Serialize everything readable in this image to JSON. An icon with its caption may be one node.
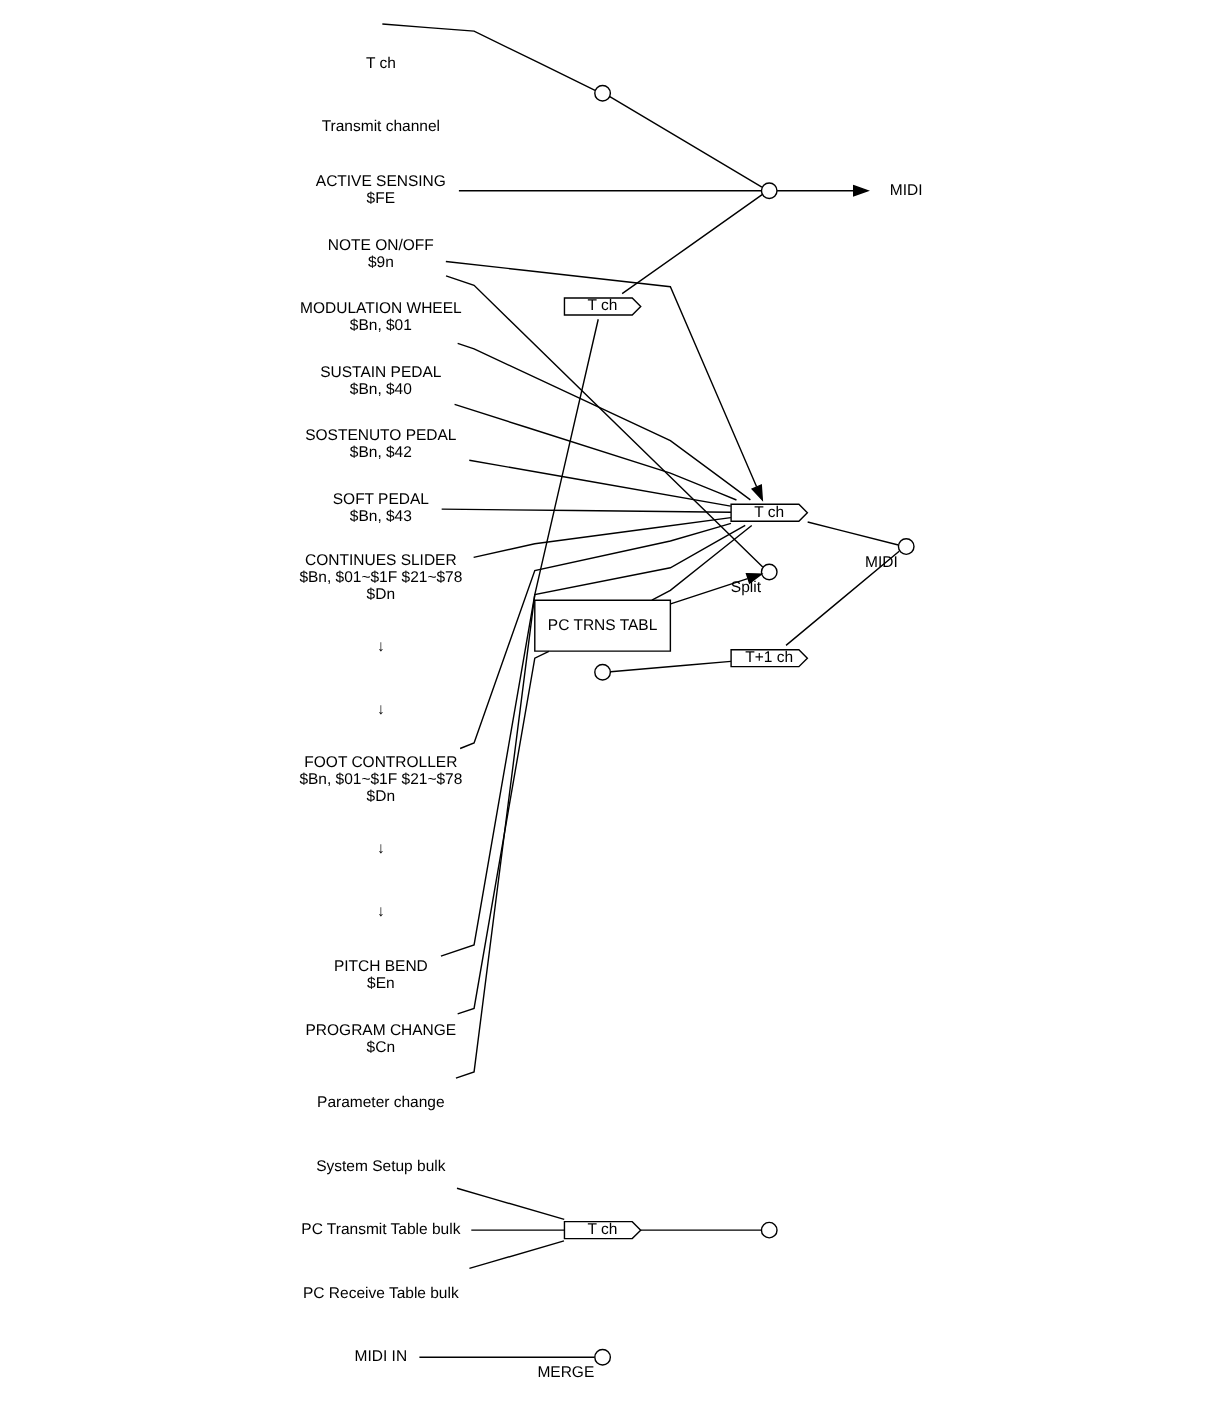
{
  "diagram": {
    "nodes": [
      {
        "text": [
          "ACTIVE SENSING",
          "$FE"
        ]
      },
      {
        "text": [
          "NOTE ON/OFF",
          "$9n"
        ]
      },
      {
        "text": [
          "MODULATION WHEEL",
          "$Bn, $01"
        ]
      },
      {
        "text": [
          "SUSTAIN PEDAL",
          "$Bn, $40"
        ]
      },
      {
        "text": [
          "SOSTENUTO PEDAL",
          "$Bn, $42"
        ]
      },
      {
        "text": [
          "SOFT PEDAL",
          "$Bn, $43"
        ]
      },
      {
        "text": [
          "CONTINUES SLIDER",
          "$Bn, $01~$1F $21~$78",
          "$Dn"
        ]
      },
      {
        "text": [
          "FOOT CONTROLLER",
          "$Bn, $01~$1F $21~$78",
          "$Dn"
        ]
      },
      {
        "text": [
          "PITCH BEND",
          "$En"
        ]
      },
      {
        "text": [
          "PROGRAM CHANGE",
          "$Cn"
        ]
      },
      {
        "text": [
          "PC TRNS TABL"
        ]
      },
      {
        "text": [
          "Parameter change"
        ]
      },
      {
        "text": [
          "System Setup bulk"
        ]
      },
      {
        "text": [
          "PC Transmit Table bulk"
        ]
      },
      {
        "text": [
          "PC Receive Table bulk"
        ]
      },
      {
        "text": [
          "MIDI IN"
        ]
      },
      {
        "text": [],
        "shape": "circle",
        "beside": [
          "Split"
        ]
      },
      {
        "text": [],
        "shape": "circle"
      },
      {
        "text": [
          "T+1 ch"
        ]
      },
      {
        "text": [
          "T ch"
        ]
      },
      {
        "text": [],
        "shape": "circle",
        "beside": [
          "MIDI"
        ]
      },
      {
        "text": [],
        "shape": "circle"
      },
      {
        "text": [
          "MIDI"
        ]
      },
      {
        "text": [
          "T ch"
        ]
      },
      {
        "text": [
          "T ch"
        ]
      },
      {
        "text": [],
        "shape": "circle"
      },
      {
        "text": [],
        "shape": "circle"
      },
      {
        "text": [],
        "shape": "circle",
        "beside": [
          "MERGE"
        ]
      }
    ],
    "edges": [
      {
        "from": 1,
        "to": 16,
        "arrow": "none"
      },
      {
        "from": 1,
        "to": 19,
        "arrow": "to"
      },
      {
        "from": 2,
        "to": 19,
        "arrow": "none"
      },
      {
        "from": 3,
        "to": 19,
        "arrow": "none"
      },
      {
        "from": 4,
        "to": 19,
        "arrow": "none"
      },
      {
        "from": 5,
        "to": 19,
        "arrow": "none"
      },
      {
        "from": 6,
        "to": 19,
        "arrow": "none"
      },
      {
        "from": 7,
        "to": 19,
        "arrow": "none"
      },
      {
        "from": 8,
        "to": 19,
        "arrow": "none"
      },
      {
        "from": 9,
        "to": 10,
        "arrow": "none"
      },
      {
        "from": 10,
        "to": 16,
        "arrow": "to"
      },
      {
        "from": 10,
        "to": 19,
        "arrow": "none"
      },
      {
        "from": 17,
        "to": 18,
        "arrow": "none"
      },
      {
        "from": 18,
        "to": 20,
        "arrow": "none"
      },
      {
        "from": 19,
        "to": 20,
        "arrow": "none"
      },
      {
        "from": 21,
        "to": 22,
        "arrow": "to"
      },
      {
        "from": 0,
        "to": 21,
        "arrow": "none"
      },
      {
        "from": 11,
        "to": 23,
        "arrow": "none"
      },
      {
        "from": 23,
        "to": 21,
        "arrow": "none"
      },
      {
        "from": 26,
        "to": 21,
        "arrow": "none"
      },
      {
        "from": null,
        "to": 26,
        "arrow": "none"
      },
      {
        "from": 12,
        "to": 24,
        "arrow": "none"
      },
      {
        "from": 13,
        "to": 24,
        "arrow": "none"
      },
      {
        "from": 14,
        "to": 24,
        "arrow": "none"
      },
      {
        "from": 24,
        "to": 25,
        "arrow": "none"
      },
      {
        "from": 15,
        "to": 27,
        "arrow": "none"
      }
    ],
    "labels": [
      "T ch",
      "Transmit channel",
      "↓",
      "↓",
      "↓",
      "↓"
    ]
  }
}
